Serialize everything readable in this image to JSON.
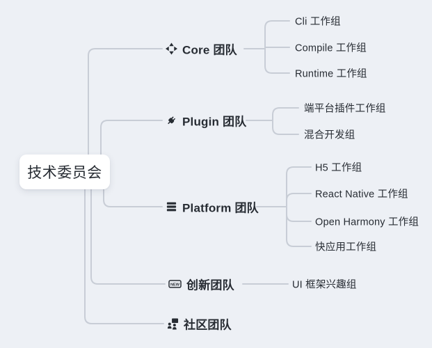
{
  "page": {
    "background_color": "#edf0f5",
    "line_color": "#c8cdd6",
    "text_color": "#272c33"
  },
  "root": {
    "label": "技术委员会"
  },
  "badge": {
    "new_label": "NEW"
  },
  "teams": [
    {
      "label": "Core 团队",
      "icon": "core-icon",
      "children": [
        {
          "label": "Cli 工作组"
        },
        {
          "label": "Compile 工作组"
        },
        {
          "label": "Runtime 工作组"
        }
      ]
    },
    {
      "label": "Plugin 团队",
      "icon": "plugin-icon",
      "children": [
        {
          "label": "端平台插件工作组"
        },
        {
          "label": "混合开发组"
        }
      ]
    },
    {
      "label": "Platform 团队",
      "icon": "platform-stack-icon",
      "children": [
        {
          "label": "H5 工作组"
        },
        {
          "label": "React Native 工作组"
        },
        {
          "label": "Open Harmony 工作组"
        },
        {
          "label": "快应用工作组"
        }
      ]
    },
    {
      "label": "创新团队",
      "icon": "new-badge-icon",
      "children": [
        {
          "label": "UI 框架兴趣组"
        }
      ]
    },
    {
      "label": "社区团队",
      "icon": "community-icon",
      "children": []
    }
  ]
}
